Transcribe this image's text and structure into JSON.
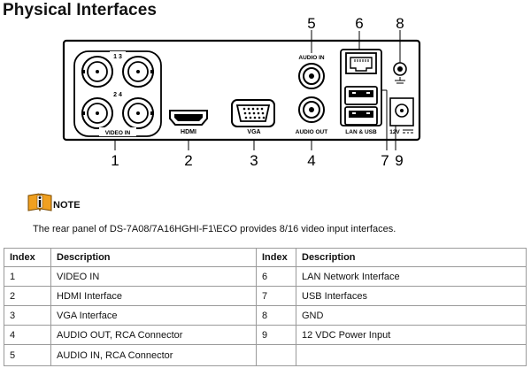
{
  "title": "Physical Interfaces",
  "panel": {
    "ports": {
      "video_in": "VIDEO IN",
      "hdmi": "HDMI",
      "vga": "VGA",
      "audio_in": "AUDIO IN",
      "audio_out": "AUDIO OUT",
      "lan_usb": "LAN & USB",
      "power": "12V",
      "bnc_pair_1": "1 3",
      "bnc_pair_2": "2 4"
    },
    "callouts": [
      "1",
      "2",
      "3",
      "4",
      "5",
      "6",
      "7",
      "8",
      "9"
    ]
  },
  "note": {
    "icon": "info-book-icon",
    "label": "NOTE",
    "text": "The rear panel of DS-7A08/7A16HGHI-F1\\ECO provides 8/16 video input interfaces."
  },
  "table": {
    "headers": [
      "Index",
      "Description",
      "Index",
      "Description"
    ],
    "rows": [
      [
        "1",
        "VIDEO IN",
        "6",
        "LAN Network Interface"
      ],
      [
        "2",
        "HDMI Interface",
        "7",
        "USB Interfaces"
      ],
      [
        "3",
        "VGA Interface",
        "8",
        "GND"
      ],
      [
        "4",
        "AUDIO OUT, RCA Connector",
        "9",
        "12 VDC Power Input"
      ],
      [
        "5",
        "AUDIO IN, RCA Connector",
        "",
        ""
      ]
    ]
  }
}
